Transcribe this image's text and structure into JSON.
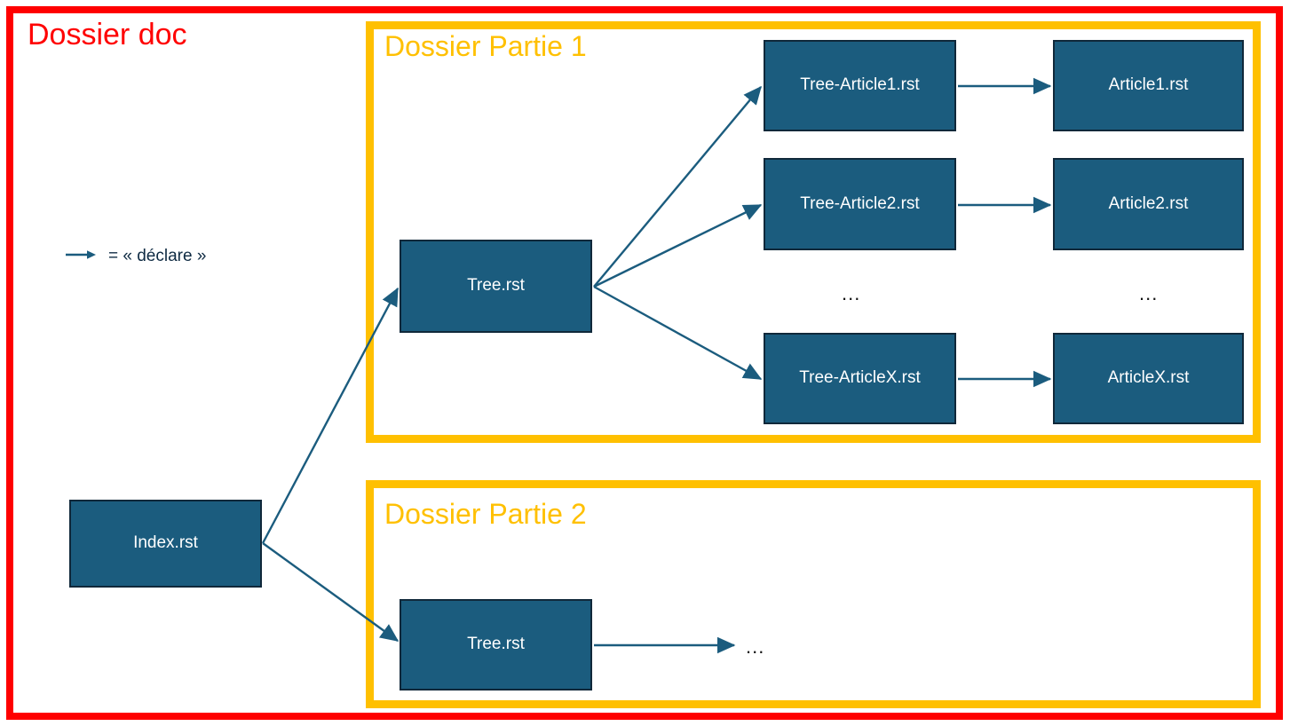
{
  "diagram": {
    "title": "Dossier doc",
    "colors": {
      "doc_border": "#FF0000",
      "folder_border": "#FFC000",
      "node_fill": "#1B5C7E",
      "node_border": "#10283A",
      "node_text": "#FFFFFF",
      "arrow": "#1B5C7E",
      "legend_text": "#0F2B43",
      "background": "#FFFFFF"
    }
  },
  "doc_folder": {
    "label": "Dossier doc"
  },
  "legend": {
    "arrow_icon": "arrow-right-icon",
    "text": "= « déclare »"
  },
  "root": {
    "index": {
      "label": "Index.rst"
    }
  },
  "partie1": {
    "label": "Dossier Partie 1",
    "tree": {
      "label": "Tree.rst"
    },
    "tree_articles": [
      {
        "label": "Tree-Article1.rst"
      },
      {
        "label": "Tree-Article2.rst"
      },
      {
        "label": "Tree-ArticleX.rst"
      }
    ],
    "articles": [
      {
        "label": "Article1.rst"
      },
      {
        "label": "Article2.rst"
      },
      {
        "label": "ArticleX.rst"
      }
    ],
    "ellipsis_tree_column": "...",
    "ellipsis_article_column": "..."
  },
  "partie2": {
    "label": "Dossier Partie 2",
    "tree": {
      "label": "Tree.rst"
    },
    "ellipsis": "..."
  }
}
